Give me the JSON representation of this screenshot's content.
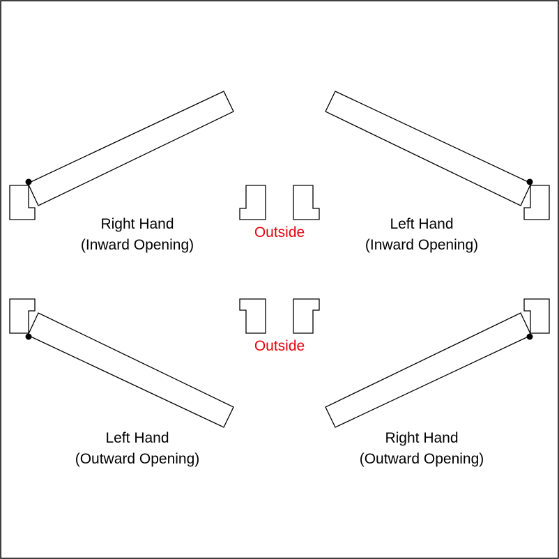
{
  "colors": {
    "accent": "#e8000b",
    "line": "#000000",
    "background": "#ffffff"
  },
  "labels": {
    "top_left": {
      "line1": "Right Hand",
      "line2": "(Inward Opening)"
    },
    "top_right": {
      "line1": "Left Hand",
      "line2": "(Inward Opening)"
    },
    "bottom_left": {
      "line1": "Left Hand",
      "line2": "(Outward Opening)"
    },
    "bottom_right": {
      "line1": "Right Hand",
      "line2": "(Outward Opening)"
    },
    "outside_top": "Outside",
    "outside_bottom": "Outside"
  }
}
